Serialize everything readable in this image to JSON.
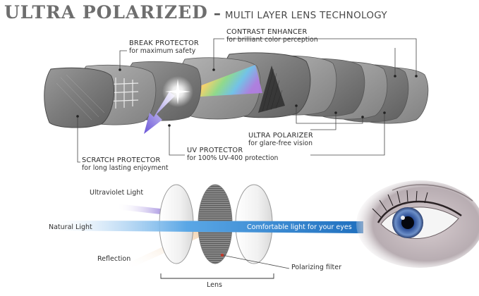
{
  "header": {
    "title": "ULTRA POLARIZED",
    "dash": "–",
    "subtitle": "MULTI LAYER LENS TECHNOLOGY"
  },
  "layers": {
    "break_protector": {
      "title": "BREAK PROTECTOR",
      "desc": "for maximum safety"
    },
    "contrast_enhancer": {
      "title": "CONTRAST ENHANCER",
      "desc": "for brilliant color perception"
    },
    "ultra_polarizer": {
      "title": "ULTRA POLARIZER",
      "desc": "for glare-free vision"
    },
    "uv_protector": {
      "title": "UV PROTECTOR",
      "desc": "for 100% UV-400 protection"
    },
    "scratch_protector": {
      "title": "SCRATCH PROTECTOR",
      "desc": "for long lasting enjoyment"
    }
  },
  "light_diagram": {
    "ultraviolet_light": "Ultraviolet Light",
    "natural_light": "Natural Light",
    "reflection": "Reflection",
    "comfortable_light": "Comfortable light for your eyes",
    "polarizing_filter": "Polarizing filter",
    "lens": "Lens"
  },
  "colors": {
    "title_gray": "#6e6e6e",
    "beam_blue": "#2f8fd8",
    "uv_violet": "#8a6fd6",
    "reflection_orange": "#e9b070",
    "marker_red": "#c0392b"
  }
}
